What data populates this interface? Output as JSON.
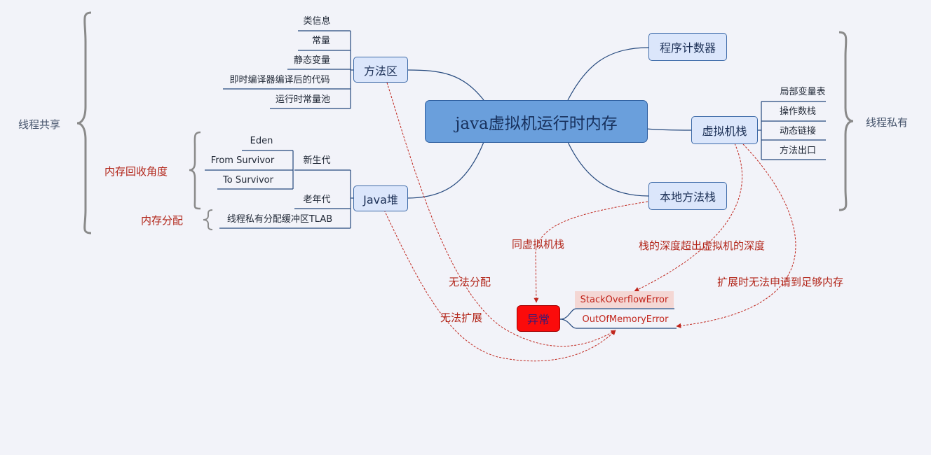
{
  "root": {
    "label": "java虚拟机运行时内存"
  },
  "shared": {
    "label": "线程共享",
    "method_area": {
      "label": "方法区",
      "items": [
        "类信息",
        "常量",
        "静态变量",
        "即时编译器编译后的代码",
        "运行时常量池"
      ]
    },
    "heap": {
      "label": "Java堆",
      "young_gen": {
        "label": "新生代",
        "items": [
          "Eden",
          "From Survivor",
          "To Survivor"
        ]
      },
      "old_gen": {
        "label": "老年代"
      },
      "tlab": {
        "label": "线程私有分配缓冲区TLAB"
      },
      "gc_angle": {
        "label": "内存回收角度"
      },
      "alloc_angle": {
        "label": "内存分配"
      }
    }
  },
  "private": {
    "label": "线程私有",
    "pc_register": {
      "label": "程序计数器"
    },
    "vm_stack": {
      "label": "虚拟机栈",
      "items": [
        "局部变量表",
        "操作数栈",
        "动态链接",
        "方法出口"
      ]
    },
    "native_stack": {
      "label": "本地方法栈"
    }
  },
  "exception": {
    "label": "异常",
    "items": [
      "StackOverflowError",
      "OutOfMemoryError"
    ]
  },
  "relations": {
    "same_as_vm_stack": "同虚拟机栈",
    "stack_depth_exceeded": "栈的深度超出虚拟机的深度",
    "expand_fail": "扩展时无法申请到足够内存",
    "cannot_allocate": "无法分配",
    "cannot_expand": "无法扩展"
  },
  "colors": {
    "background": "#f2f3f9",
    "node_fill": "#dbe6fb",
    "root_fill": "#6a9fdc",
    "connector": "#24487d",
    "relation": "#c0261d",
    "exception_fill": "#fb0b0b",
    "brace": "#8a8a8a"
  }
}
